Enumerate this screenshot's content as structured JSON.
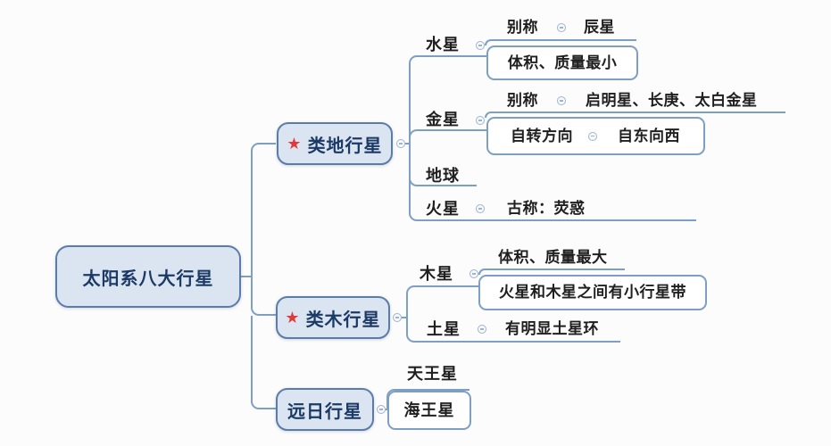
{
  "colors": {
    "background": "#fcfcfd",
    "node_fill": "#dbe5f1",
    "node_border": "#5c7ca8",
    "line": "#7d9fc4",
    "node_text": "#1c3a66",
    "child_text": "#1f1f1f",
    "star": "#e03a3a"
  },
  "icons": {
    "star": "★"
  },
  "root": {
    "label": "太阳系八大行星"
  },
  "branches": {
    "terrestrial": {
      "label": "类地行星"
    },
    "jovian": {
      "label": "类木行星"
    },
    "outer": {
      "label": "远日行星"
    }
  },
  "planets": {
    "mercury": {
      "label": "水星"
    },
    "venus": {
      "label": "金星"
    },
    "earth": {
      "label": "地球"
    },
    "mars": {
      "label": "火星"
    },
    "jupiter": {
      "label": "木星"
    },
    "saturn": {
      "label": "土星"
    },
    "uranus": {
      "label": "天王星"
    },
    "neptune": {
      "label": "海王星"
    }
  },
  "details": {
    "mercury": {
      "alias_label": "别称",
      "alias": "辰星",
      "size": "体积、质量最小"
    },
    "venus": {
      "alias_label": "别称",
      "alias": "启明星、长庚、太白金星",
      "rotation_label": "自转方向",
      "rotation": "自东向西"
    },
    "mars": {
      "ancient_name": "古称：荧惑"
    },
    "jupiter": {
      "size": "体积、质量最大",
      "belt": "火星和木星之间有小行星带"
    },
    "saturn": {
      "rings": "有明显土星环"
    }
  }
}
